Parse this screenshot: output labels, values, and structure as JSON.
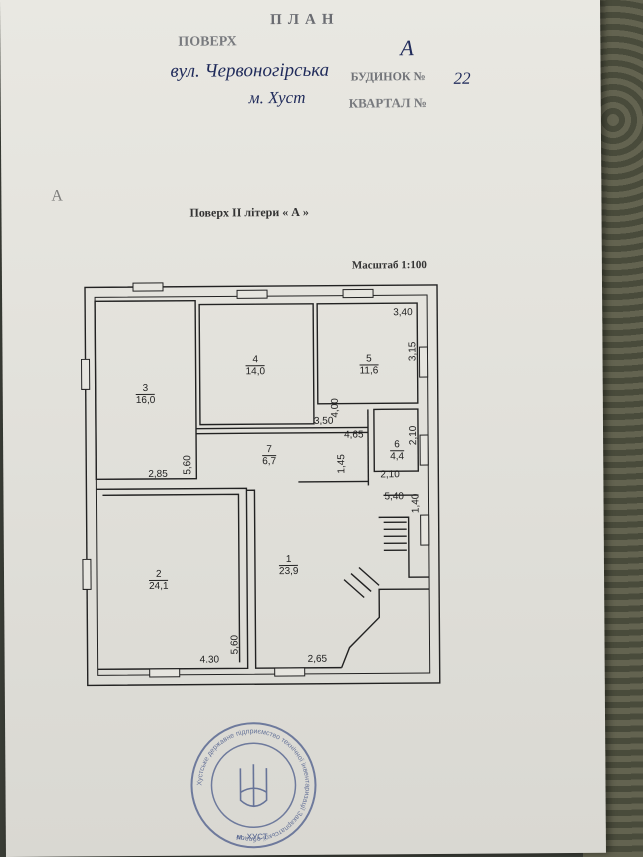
{
  "header": {
    "title": "ПЛАН",
    "floor_line": "ПОВЕРХ",
    "letter_a": "А",
    "street": "вул. Червоногірська",
    "building_label": "БУДИНОК №",
    "building_number": "22",
    "city": "м. Хуст",
    "quarter_label": "КВАРТАЛ №"
  },
  "subheader": {
    "floor_text": "Поверх  II  літери « А »",
    "corner_mark": "А",
    "scale": "Масштаб 1:100"
  },
  "rooms": [
    {
      "id": "1",
      "area": "23,9"
    },
    {
      "id": "2",
      "area": "24,1"
    },
    {
      "id": "3",
      "area": "16,0"
    },
    {
      "id": "4",
      "area": "14,0"
    },
    {
      "id": "5",
      "area": "11,6"
    },
    {
      "id": "6",
      "area": "4,4"
    },
    {
      "id": "7",
      "area": "6,7"
    }
  ],
  "dimensions": {
    "d340": "3,40",
    "d315": "3,15",
    "d400": "4,00",
    "d350": "3,50",
    "d465": "4,65",
    "d145": "1,45",
    "d210a": "2,10",
    "d210b": "2,10",
    "d560a": "5,60",
    "d285": "2,85",
    "d540": "5,40",
    "d140": "1,40",
    "d560b": "5,60",
    "d430": "4.30",
    "d265": "2,65"
  },
  "seal": {
    "ring_text": "Хустське державне підприємство технічної інвентаризації Закарпатської області",
    "bottom_text": "м. ХУСТ",
    "emblem": "trident-emblem"
  },
  "colors": {
    "ink": "#1f2a5a",
    "line": "#222222",
    "stamp": "#4a5a8a"
  }
}
